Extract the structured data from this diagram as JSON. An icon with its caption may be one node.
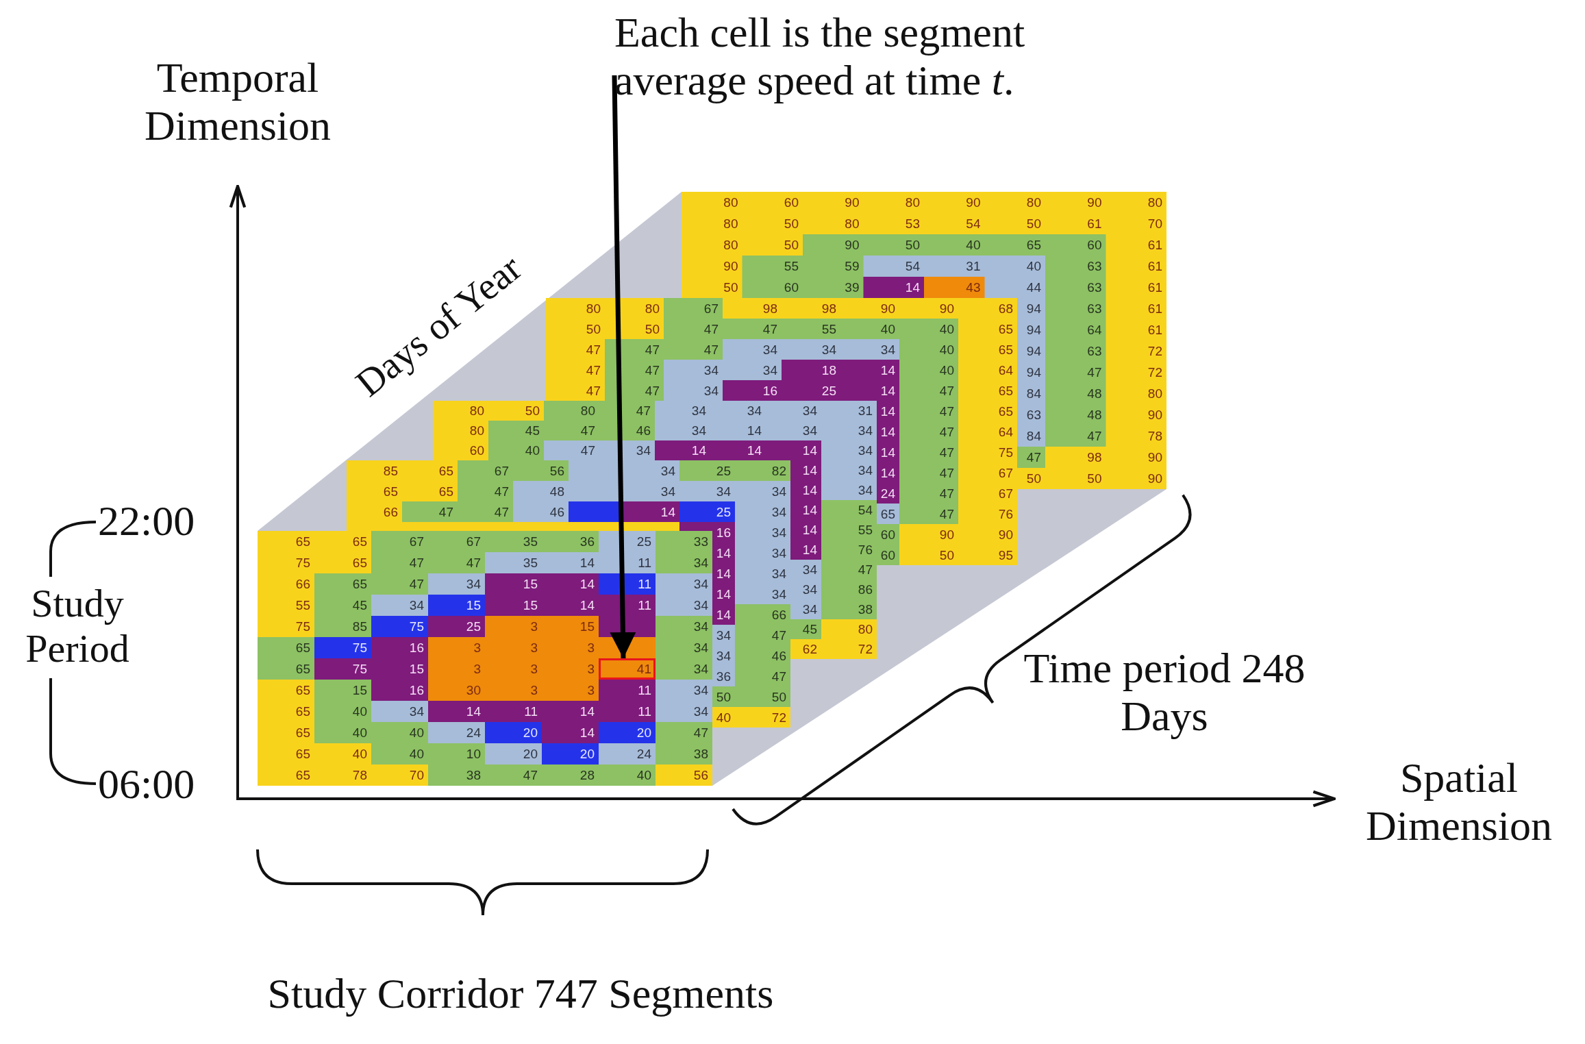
{
  "diagram": {
    "nodes": [
      {
        "text": [
          "Each cell is the segment average speed at time *t*."
        ]
      },
      {
        "text": [
          "41"
        ]
      }
    ],
    "edges": [
      {
        "from": 0,
        "to": 1,
        "arrow": "to"
      }
    ],
    "labels": [
      "Temporal Dimension",
      "Days of Year",
      "22:00",
      "Study Period",
      "06:00",
      "Time period 248 Days",
      "Spatial Dimension",
      "Study Corridor 747 Segments",
      "80",
      "60",
      "90",
      "80",
      "90",
      "80",
      "90",
      "80",
      "80",
      "50",
      "80",
      "53",
      "54",
      "50",
      "61",
      "70",
      "80",
      "50",
      "90",
      "50",
      "40",
      "65",
      "60",
      "61",
      "90",
      "55",
      "59",
      "54",
      "31",
      "40",
      "63",
      "61",
      "50",
      "60",
      "39",
      "14",
      "43",
      "44",
      "63",
      "61",
      "94",
      "63",
      "61",
      "94",
      "64",
      "61",
      "94",
      "63",
      "72",
      "94",
      "47",
      "72",
      "84",
      "48",
      "80",
      "63",
      "48",
      "90",
      "84",
      "47",
      "78",
      "47",
      "98",
      "90",
      "50",
      "50",
      "90",
      "80",
      "80",
      "67",
      "98",
      "98",
      "90",
      "90",
      "68",
      "50",
      "50",
      "47",
      "47",
      "55",
      "40",
      "40",
      "65",
      "47",
      "47",
      "47",
      "34",
      "34",
      "34",
      "40",
      "65",
      "47",
      "47",
      "34",
      "34",
      "18",
      "14",
      "40",
      "64",
      "47",
      "47",
      "34",
      "16",
      "25",
      "14",
      "47",
      "65",
      "14",
      "47",
      "65",
      "14",
      "47",
      "64",
      "14",
      "47",
      "75",
      "14",
      "47",
      "67",
      "24",
      "47",
      "67",
      "65",
      "47",
      "76",
      "60",
      "90",
      "90",
      "60",
      "50",
      "95",
      "80",
      "50",
      "80",
      "47",
      "34",
      "34",
      "34",
      "31",
      "80",
      "45",
      "47",
      "46",
      "34",
      "14",
      "34",
      "34",
      "60",
      "40",
      "47",
      "34",
      "14",
      "14",
      "14",
      "34",
      "14",
      "34",
      "14",
      "34",
      "14",
      "54",
      "14",
      "55",
      "14",
      "76",
      "34",
      "47",
      "34",
      "86",
      "34",
      "38",
      "45",
      "80",
      "62",
      "72",
      "85",
      "65",
      "67",
      "56",
      "34",
      "25",
      "82",
      "65",
      "65",
      "47",
      "48",
      "34",
      "34",
      "34",
      "66",
      "47",
      "47",
      "46",
      "14",
      "25",
      "34",
      "16",
      "34",
      "14",
      "34",
      "14",
      "34",
      "14",
      "34",
      "14",
      "66",
      "34",
      "47",
      "34",
      "46",
      "36",
      "47",
      "50",
      "50",
      "40",
      "72",
      "65",
      "65",
      "67",
      "67",
      "35",
      "36",
      "25",
      "33",
      "75",
      "65",
      "47",
      "47",
      "35",
      "14",
      "11",
      "34",
      "66",
      "65",
      "47",
      "34",
      "15",
      "14",
      "11",
      "34",
      "55",
      "45",
      "34",
      "15",
      "15",
      "14",
      "11",
      "34",
      "75",
      "85",
      "75",
      "25",
      "3",
      "15",
      "34",
      "65",
      "75",
      "16",
      "3",
      "3",
      "3",
      "34",
      "65",
      "75",
      "15",
      "3",
      "3",
      "3",
      "34",
      "65",
      "15",
      "16",
      "30",
      "3",
      "3",
      "11",
      "34",
      "65",
      "40",
      "34",
      "14",
      "11",
      "14",
      "11",
      "34",
      "65",
      "40",
      "40",
      "24",
      "20",
      "14",
      "20",
      "47",
      "65",
      "40",
      "40",
      "10",
      "20",
      "20",
      "24",
      "38",
      "65",
      "78",
      "70",
      "38",
      "47",
      "28",
      "40",
      "56"
    ]
  }
}
